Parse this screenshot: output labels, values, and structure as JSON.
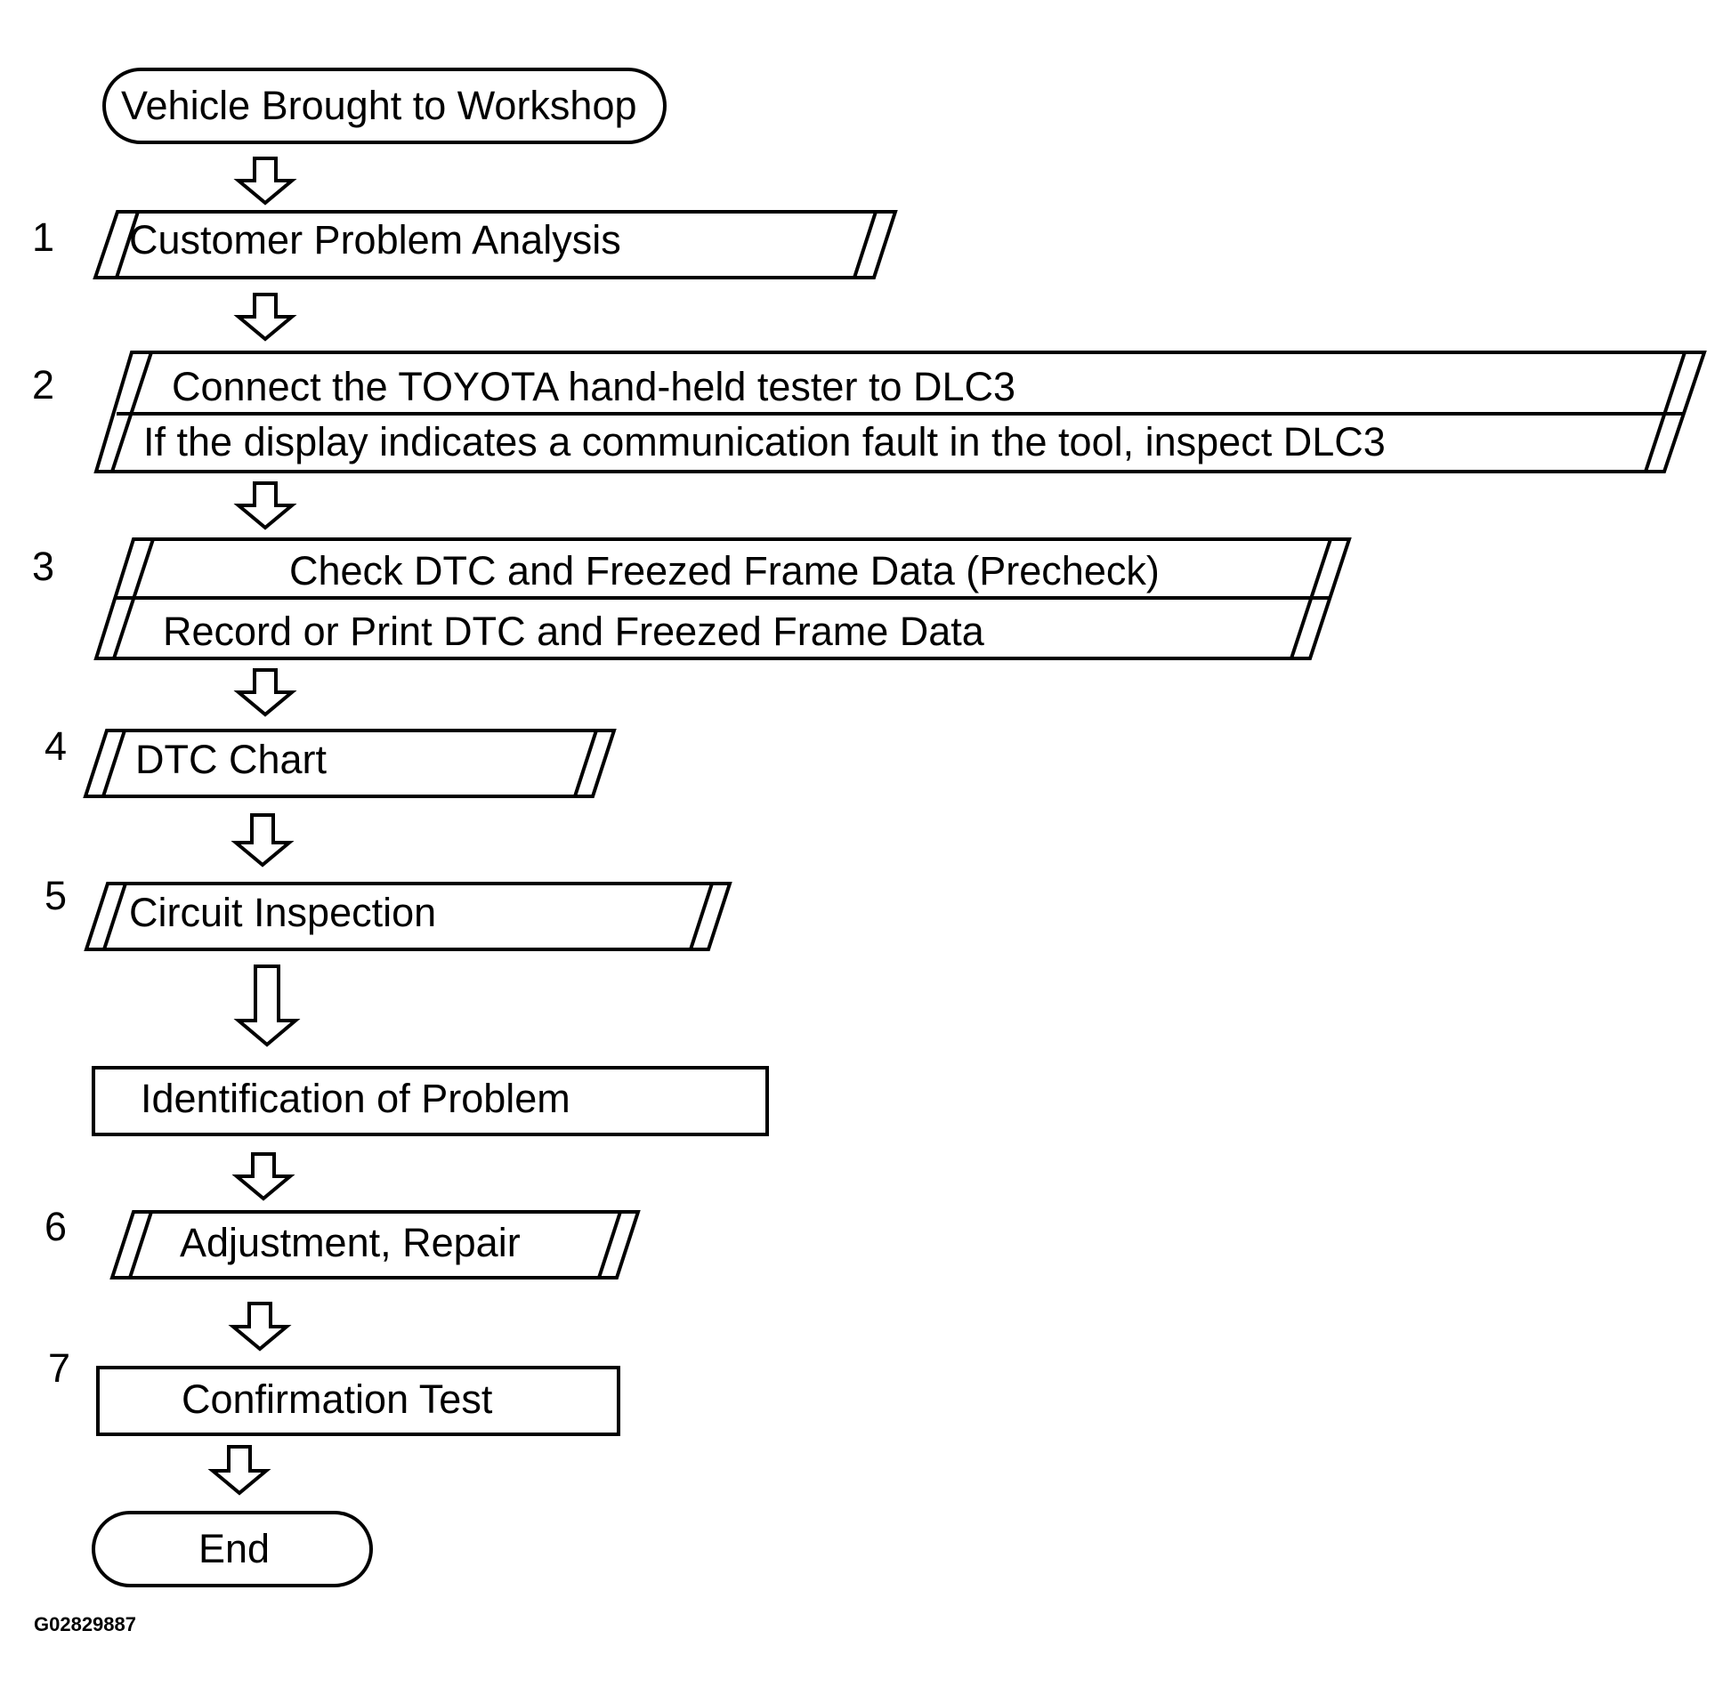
{
  "flowchart": {
    "start": "Vehicle Brought to Workshop",
    "steps": [
      {
        "number": "1",
        "lines": [
          "Customer Problem Analysis"
        ]
      },
      {
        "number": "2",
        "lines": [
          "Connect the TOYOTA hand-held tester to DLC3",
          "If the display indicates a communication fault in the tool, inspect DLC3"
        ]
      },
      {
        "number": "3",
        "lines": [
          "Check DTC and Freezed Frame Data (Precheck)",
          "Record or Print DTC and Freezed Frame Data"
        ]
      },
      {
        "number": "4",
        "lines": [
          "DTC Chart"
        ]
      },
      {
        "number": "5",
        "lines": [
          "Circuit Inspection"
        ]
      },
      {
        "number": "",
        "lines": [
          "Identification of Problem"
        ]
      },
      {
        "number": "6",
        "lines": [
          "Adjustment, Repair"
        ]
      },
      {
        "number": "7",
        "lines": [
          "Confirmation Test"
        ]
      }
    ],
    "end": "End"
  },
  "figure_code": "G02829887",
  "colors": {
    "stroke": "#000000",
    "fill": "#ffffff"
  }
}
